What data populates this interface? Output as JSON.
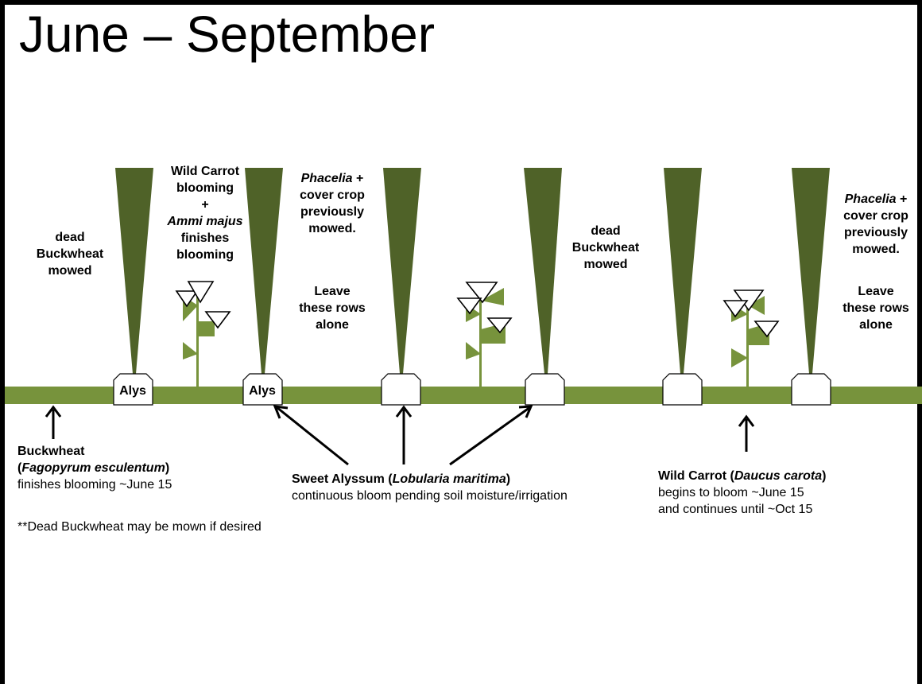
{
  "title": "June – September",
  "labels": {
    "dead_buckwheat_left": [
      "dead",
      "Buckwheat",
      "mowed"
    ],
    "wild_carrot_top": {
      "line1": "Wild Carrot",
      "line2": "blooming",
      "line3": "+",
      "line4": "Ammi majus",
      "line5": "finishes",
      "line6": "blooming"
    },
    "phacelia_1": {
      "italic": "Phacelia",
      "after_italic": " +",
      "line2": "cover crop",
      "line3": "previously",
      "line4": "mowed.",
      "leave1": "Leave",
      "leave2": "these rows",
      "leave3": "alone"
    },
    "dead_buckwheat_mid": [
      "dead",
      "Buckwheat",
      "mowed"
    ],
    "phacelia_2": {
      "italic": "Phacelia",
      "after_italic": " +",
      "line2": "cover crop",
      "line3": "previously",
      "line4": "mowed.",
      "leave1": "Leave",
      "leave2": "these rows",
      "leave3": "alone"
    },
    "alys": [
      "Alys",
      "Alys"
    ]
  },
  "legend": {
    "buckwheat": {
      "name": "Buckwheat",
      "sci_open": "(",
      "sci": "Fagopyrum esculentum",
      "sci_close": ")",
      "note": "finishes blooming ~June 15"
    },
    "dead_note": "**Dead Buckwheat may be mown if desired",
    "alyssum": {
      "name": "Sweet Alyssum (",
      "sci": "Lobularia maritima",
      "sci_close": ")",
      "note": "continuous bloom pending soil moisture/irrigation"
    },
    "wild_carrot": {
      "name": "Wild Carrot  (",
      "sci": "Daucus carota",
      "sci_close": ")",
      "note1": "begins to bloom ~June 15",
      "note2": "and continues until ~Oct 15"
    }
  },
  "colors": {
    "ground": "#77933c",
    "dark_wedge": "#4f6228",
    "plant": "#77933c"
  }
}
